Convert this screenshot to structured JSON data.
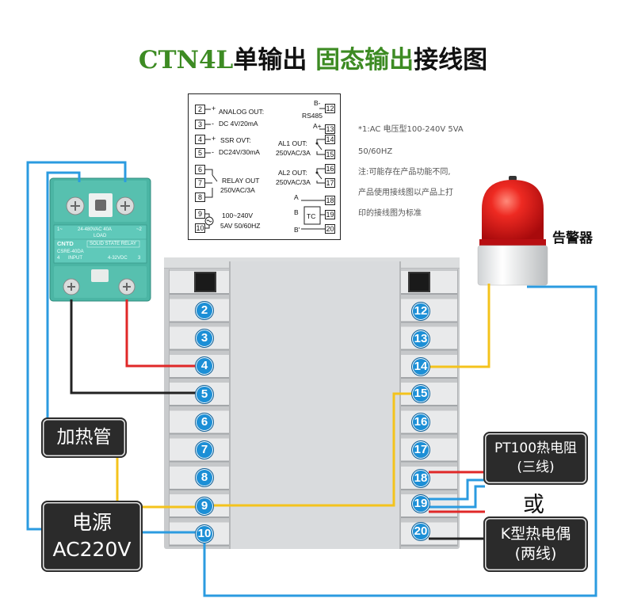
{
  "colors": {
    "title_green": "#3d8b23",
    "terminal_blue": "#1c8fd6",
    "wire_blue": "#2b9be0",
    "wire_yellow": "#f4c31c",
    "wire_red": "#e02828",
    "wire_black": "#222222",
    "label_dark": "#2b2b2b",
    "ssr_teal": "#4bb5a4",
    "lamp_red": "#e0151b"
  },
  "title": {
    "model": "CTN4L",
    "output_count": "单输出",
    "output_mode": "固态输出",
    "suffix": "接线图"
  },
  "schematic": {
    "left_terminals": [
      {
        "num": "2",
        "sign": "+"
      },
      {
        "num": "3",
        "sign": "-"
      },
      {
        "num": "4",
        "sign": "+"
      },
      {
        "num": "5",
        "sign": "-"
      },
      {
        "num": "6"
      },
      {
        "num": "7"
      },
      {
        "num": "8"
      },
      {
        "num": "9"
      },
      {
        "num": "10"
      }
    ],
    "left_labels": {
      "analog_out": "ANALOG OUT:",
      "analog_spec": "DC 4V/20mA",
      "ssr_out": "SSR OVT:",
      "ssr_spec": "DC24V/30mA",
      "relay_out": "RELAY OUT",
      "relay_spec": "250VAC/3A",
      "power_range": "100~240V",
      "power_spec": "5AV 50/60HZ"
    },
    "right_terminals": [
      "12",
      "13",
      "14",
      "15",
      "16",
      "17",
      "18",
      "19",
      "20"
    ],
    "right_labels": {
      "rs485_b": "B-",
      "rs485": "RS485",
      "rs485_a": "A+",
      "al1_out": "AL1 OUT:",
      "al1_spec": "250VAC/3A",
      "al2_out": "AL2 OUT:",
      "al2_spec": "250VAC/3A",
      "sensor_a": "A",
      "sensor_b": "B",
      "sensor_tc": "TC",
      "sensor_b_prime": "B'"
    }
  },
  "notes": [
    "*1:AC 电压型100-240V 5VA",
    "50/60HZ",
    "注:可能存在产品功能不同,",
    "产品使用接线图以产品上打",
    "印的接线图为标准"
  ],
  "alarm": {
    "label": "告警器"
  },
  "ssr": {
    "load_terminal_1": "1~",
    "load_rating": "24-480VAC 40A",
    "load_terminal_2": "~2",
    "load_label": "LOAD",
    "brand": "CNTD",
    "type": "SOLID STATE RELAY",
    "model": "CSRE-40DA",
    "input_terminal_4": "4",
    "input_label": "INPUT",
    "input_rating": "4-32VDC",
    "input_terminal_3": "3"
  },
  "controller": {
    "left_terminals": [
      "2",
      "3",
      "4",
      "5",
      "6",
      "7",
      "8",
      "9",
      "10"
    ],
    "right_terminals": [
      "12",
      "13",
      "14",
      "15",
      "16",
      "17",
      "18",
      "19",
      "20"
    ]
  },
  "labels": {
    "heater": "加热管",
    "power_line1": "电源",
    "power_line2": "AC220V",
    "pt100_line1": "PT100热电阻",
    "pt100_line2": "(三线)",
    "or": "或",
    "thermocouple_line1": "K型热电偶",
    "thermocouple_line2": "(两线)"
  }
}
